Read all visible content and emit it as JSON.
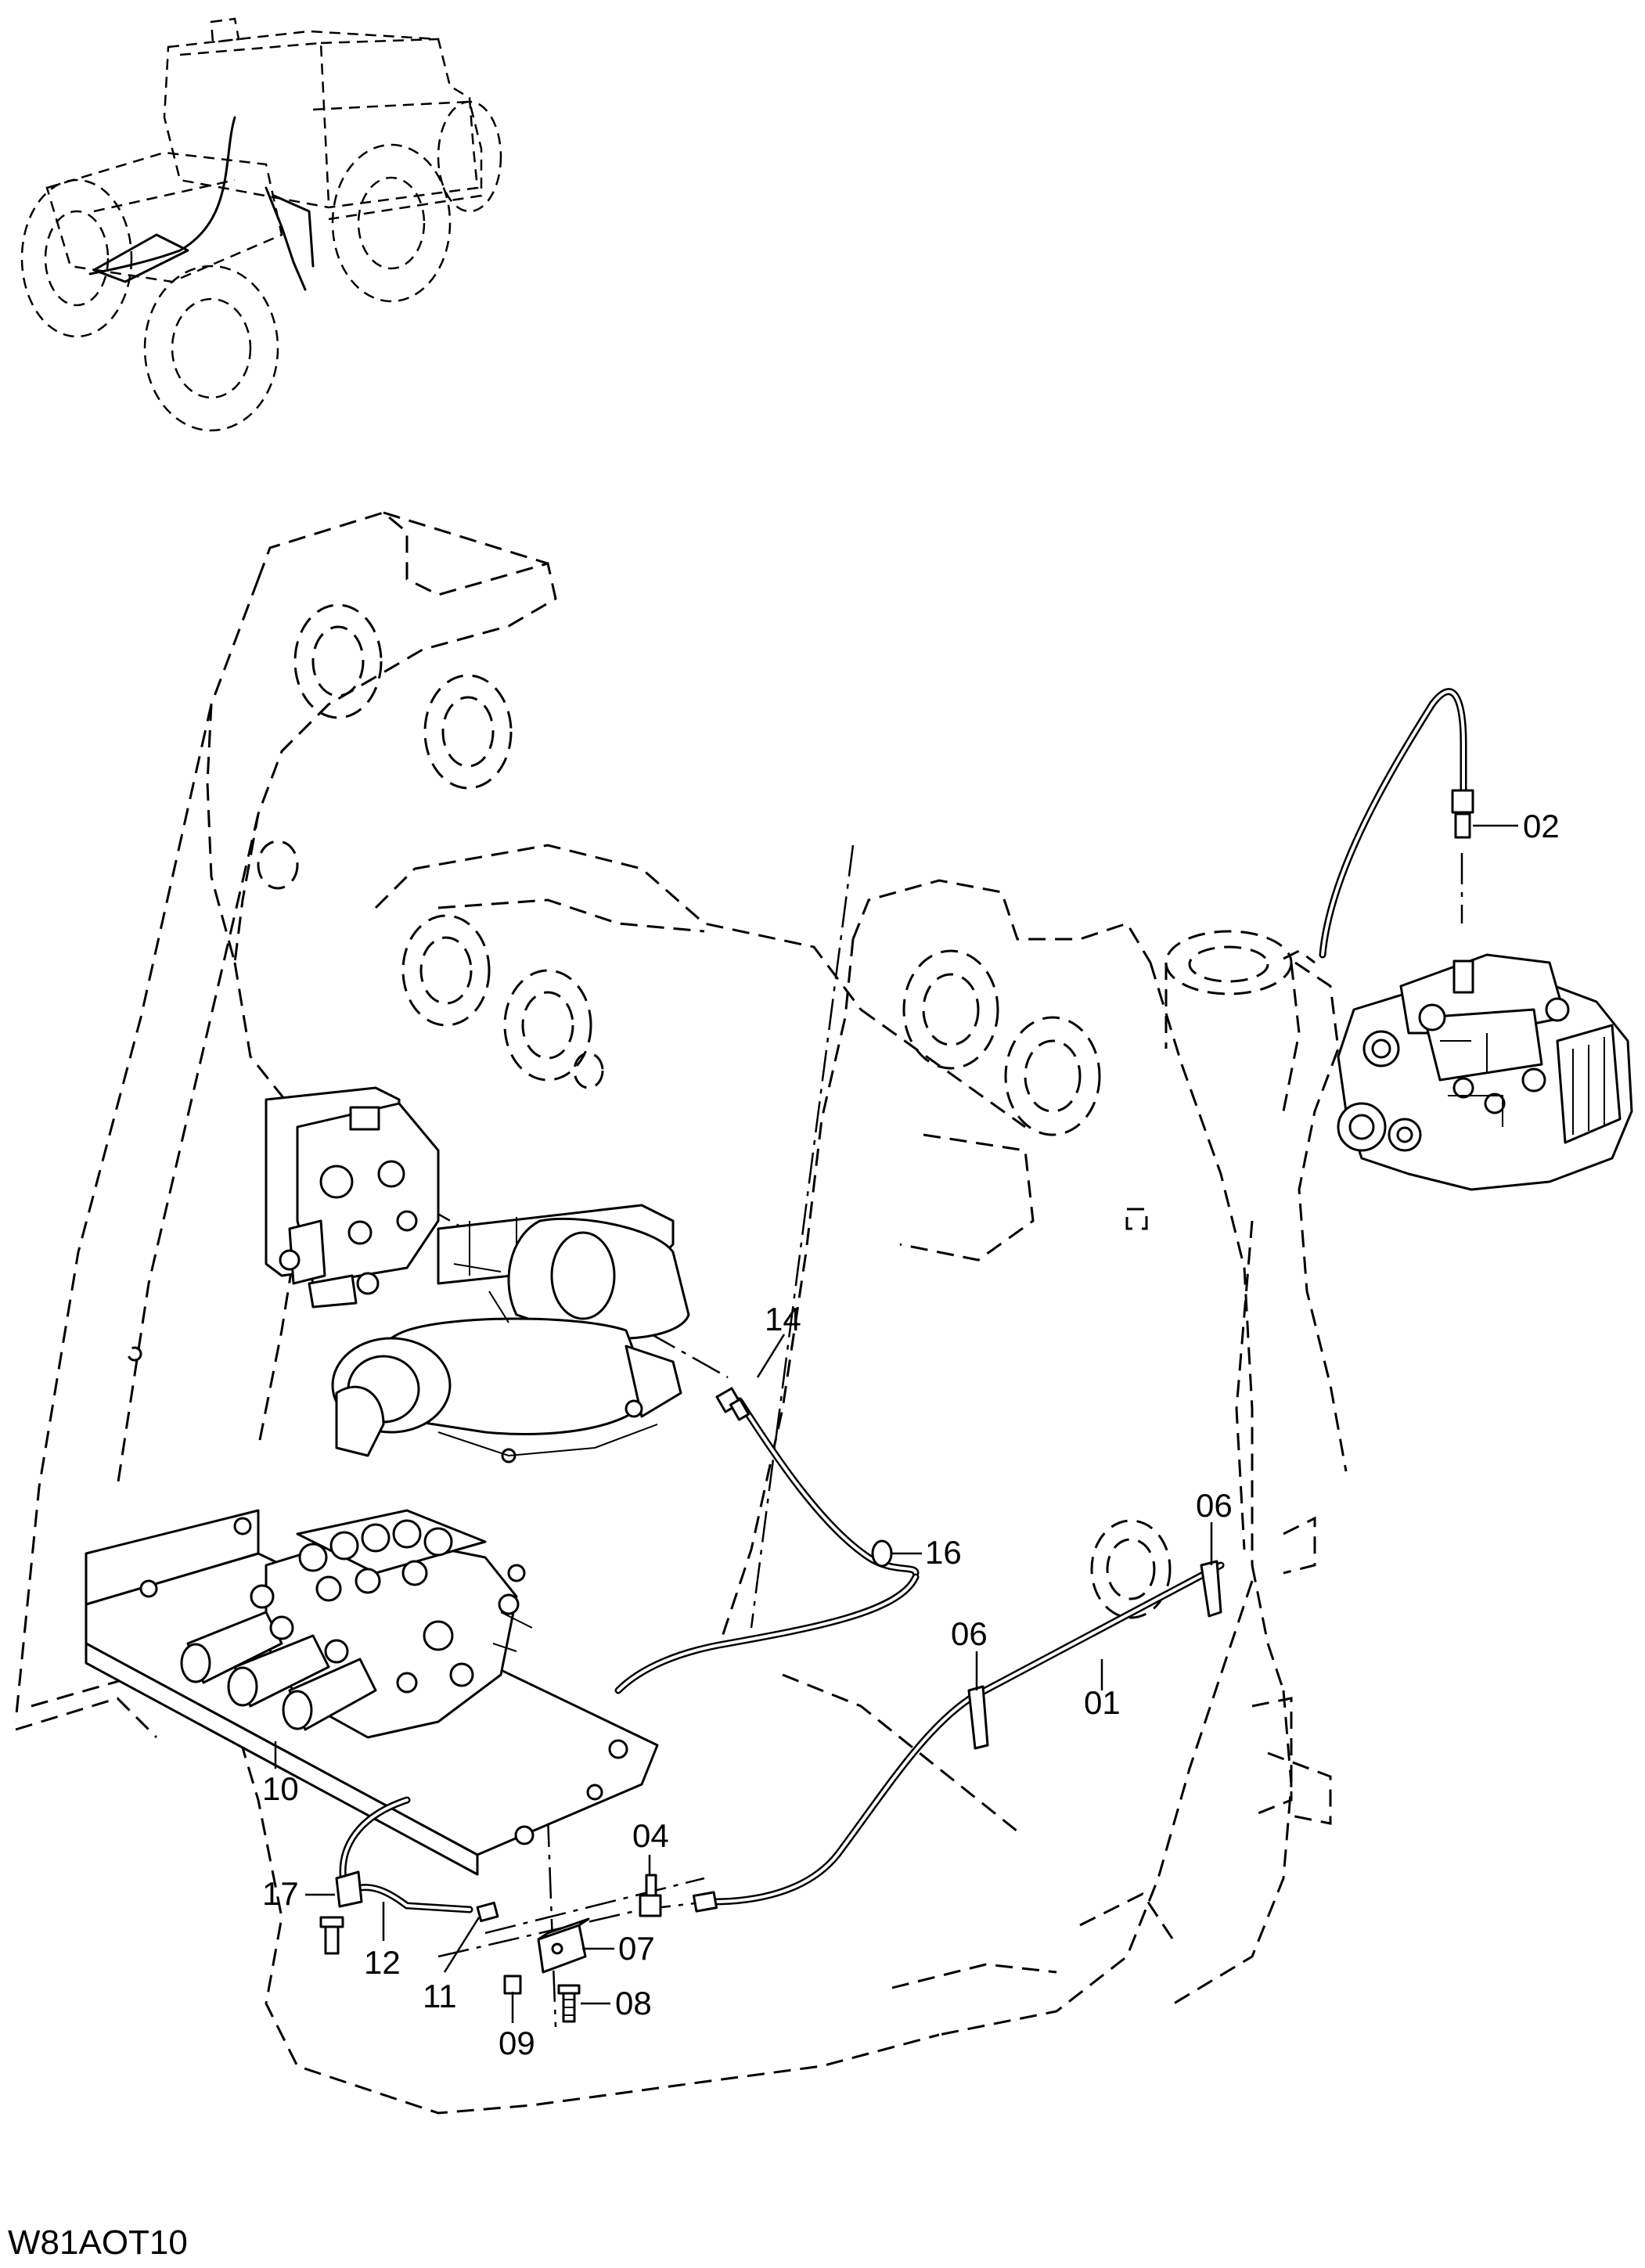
{
  "drawing_code": "W81AOT10",
  "callouts": [
    {
      "id": "01",
      "label": "01"
    },
    {
      "id": "02",
      "label": "02"
    },
    {
      "id": "04",
      "label": "04"
    },
    {
      "id": "06a",
      "label": "06"
    },
    {
      "id": "06b",
      "label": "06"
    },
    {
      "id": "07",
      "label": "07"
    },
    {
      "id": "08",
      "label": "08"
    },
    {
      "id": "09",
      "label": "09"
    },
    {
      "id": "10",
      "label": "10"
    },
    {
      "id": "11",
      "label": "11"
    },
    {
      "id": "12",
      "label": "12"
    },
    {
      "id": "14",
      "label": "14"
    },
    {
      "id": "16",
      "label": "16"
    },
    {
      "id": "17",
      "label": "17"
    }
  ]
}
